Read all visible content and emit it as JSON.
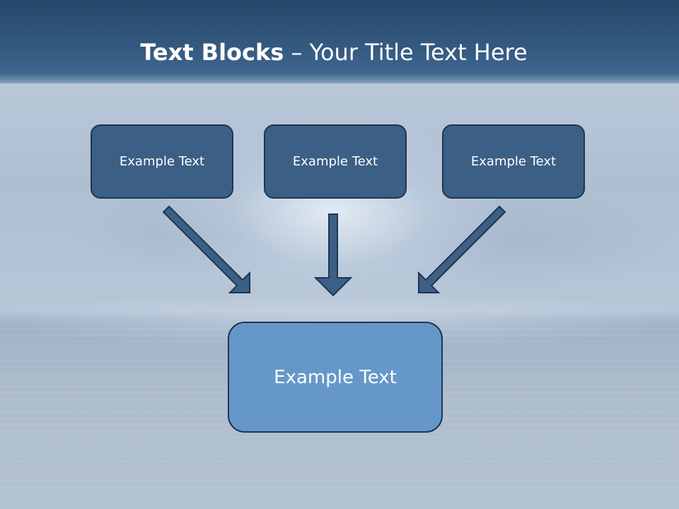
{
  "title": {
    "bold": "Text Blocks",
    "separator": " – ",
    "rest": "Your Title Text Here"
  },
  "boxes": {
    "left": "Example Text",
    "center": "Example Text",
    "right": "Example Text",
    "bottom": "Example Text"
  },
  "colors": {
    "title_band": "#2f5278",
    "small_box_fill": "#3c5f85",
    "big_box_fill": "#6598c9",
    "outline": "#1d3652"
  }
}
